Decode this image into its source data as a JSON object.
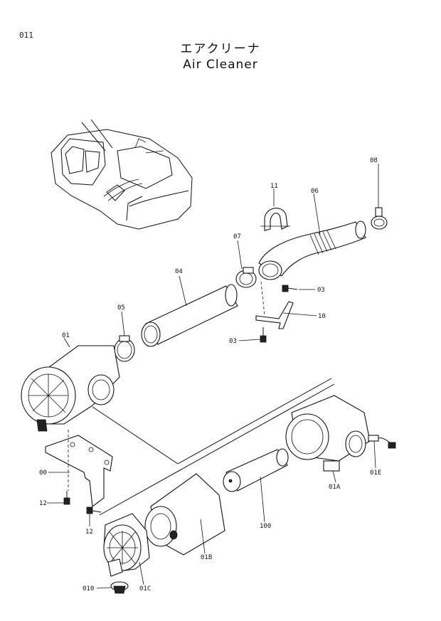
{
  "header": {
    "page_number": "011",
    "title_jp": "エアクリーナ",
    "title_en": "Air Cleaner"
  },
  "labels": {
    "l08": "08",
    "l11": "11",
    "l06": "06",
    "l07": "07",
    "l04": "04",
    "l03a": "03",
    "l05": "05",
    "l10": "10",
    "l01": "01",
    "l03b": "03",
    "l00": "00",
    "l12a": "12",
    "l12b": "12",
    "l01E": "01E",
    "l01A": "01A",
    "l100": "100",
    "l01B": "01B",
    "l010": "010",
    "l01C": "01C"
  }
}
